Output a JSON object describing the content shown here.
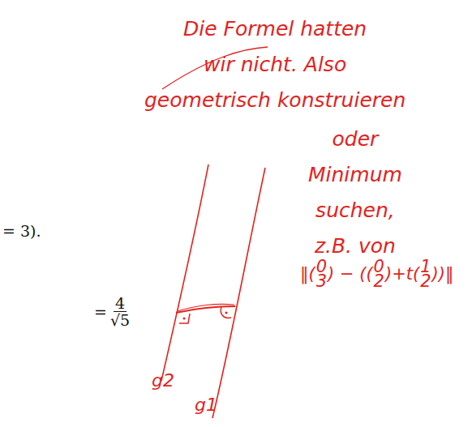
{
  "diagram": {
    "labels": [
      "Die Formel hatten wir nicht. Also geometrisch konstruieren",
      "oder Minimum suchen, z.B. von",
      "= 3).",
      "=",
      "4",
      "√5",
      "g2",
      "g1",
      "‖(",
      "0",
      "3",
      ") − ((",
      "0",
      "2",
      ")+t(",
      "1",
      "2",
      "))‖"
    ]
  }
}
